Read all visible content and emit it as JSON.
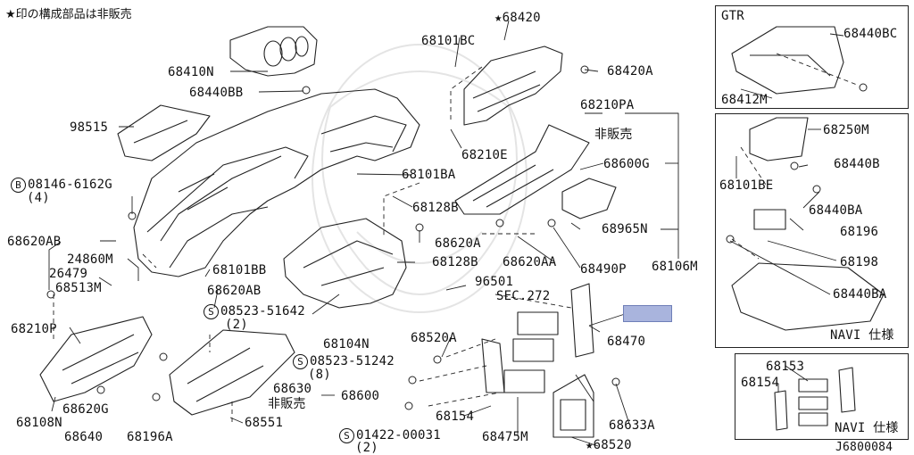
{
  "header_note": "★印の構成部品は非販売",
  "diagram_id": "J6800084",
  "highlight_color": "#a9b4dd",
  "legend_boxes": [
    {
      "title": "GTR"
    },
    {
      "title": "NAVI 仕様"
    },
    {
      "title": "NAVI 仕様"
    }
  ],
  "part_labels": [
    "68410N",
    "68440BB",
    "98515",
    "08146-6162G",
    "(4)",
    "68620AB",
    "24860M",
    "26479",
    "68513M",
    "68210P",
    "68108N",
    "68620G",
    "68640",
    "68196A",
    "68101BB",
    "68620AB",
    "08523-51642",
    "(2)",
    "68104N",
    "08523-51242",
    "(8)",
    "68630",
    "68600",
    "非販売",
    "68551",
    "01422-00031",
    "(2)",
    "68101BC",
    "68420",
    "68420A",
    "68210E",
    "68101BA",
    "68128B",
    "68620A",
    "68128B",
    "96501",
    "SEC.272",
    "68520A",
    "68210PA",
    "非販売",
    "68600G",
    "68965N",
    "68620AA",
    "68490P",
    "68106M",
    "68470",
    "68154",
    "68475M",
    "68633A",
    "68520",
    "68440BC",
    "68412M",
    "68250M",
    "68101BE",
    "68440B",
    "68440BA",
    "68196",
    "68198",
    "68440BA",
    "68153",
    "68154"
  ]
}
